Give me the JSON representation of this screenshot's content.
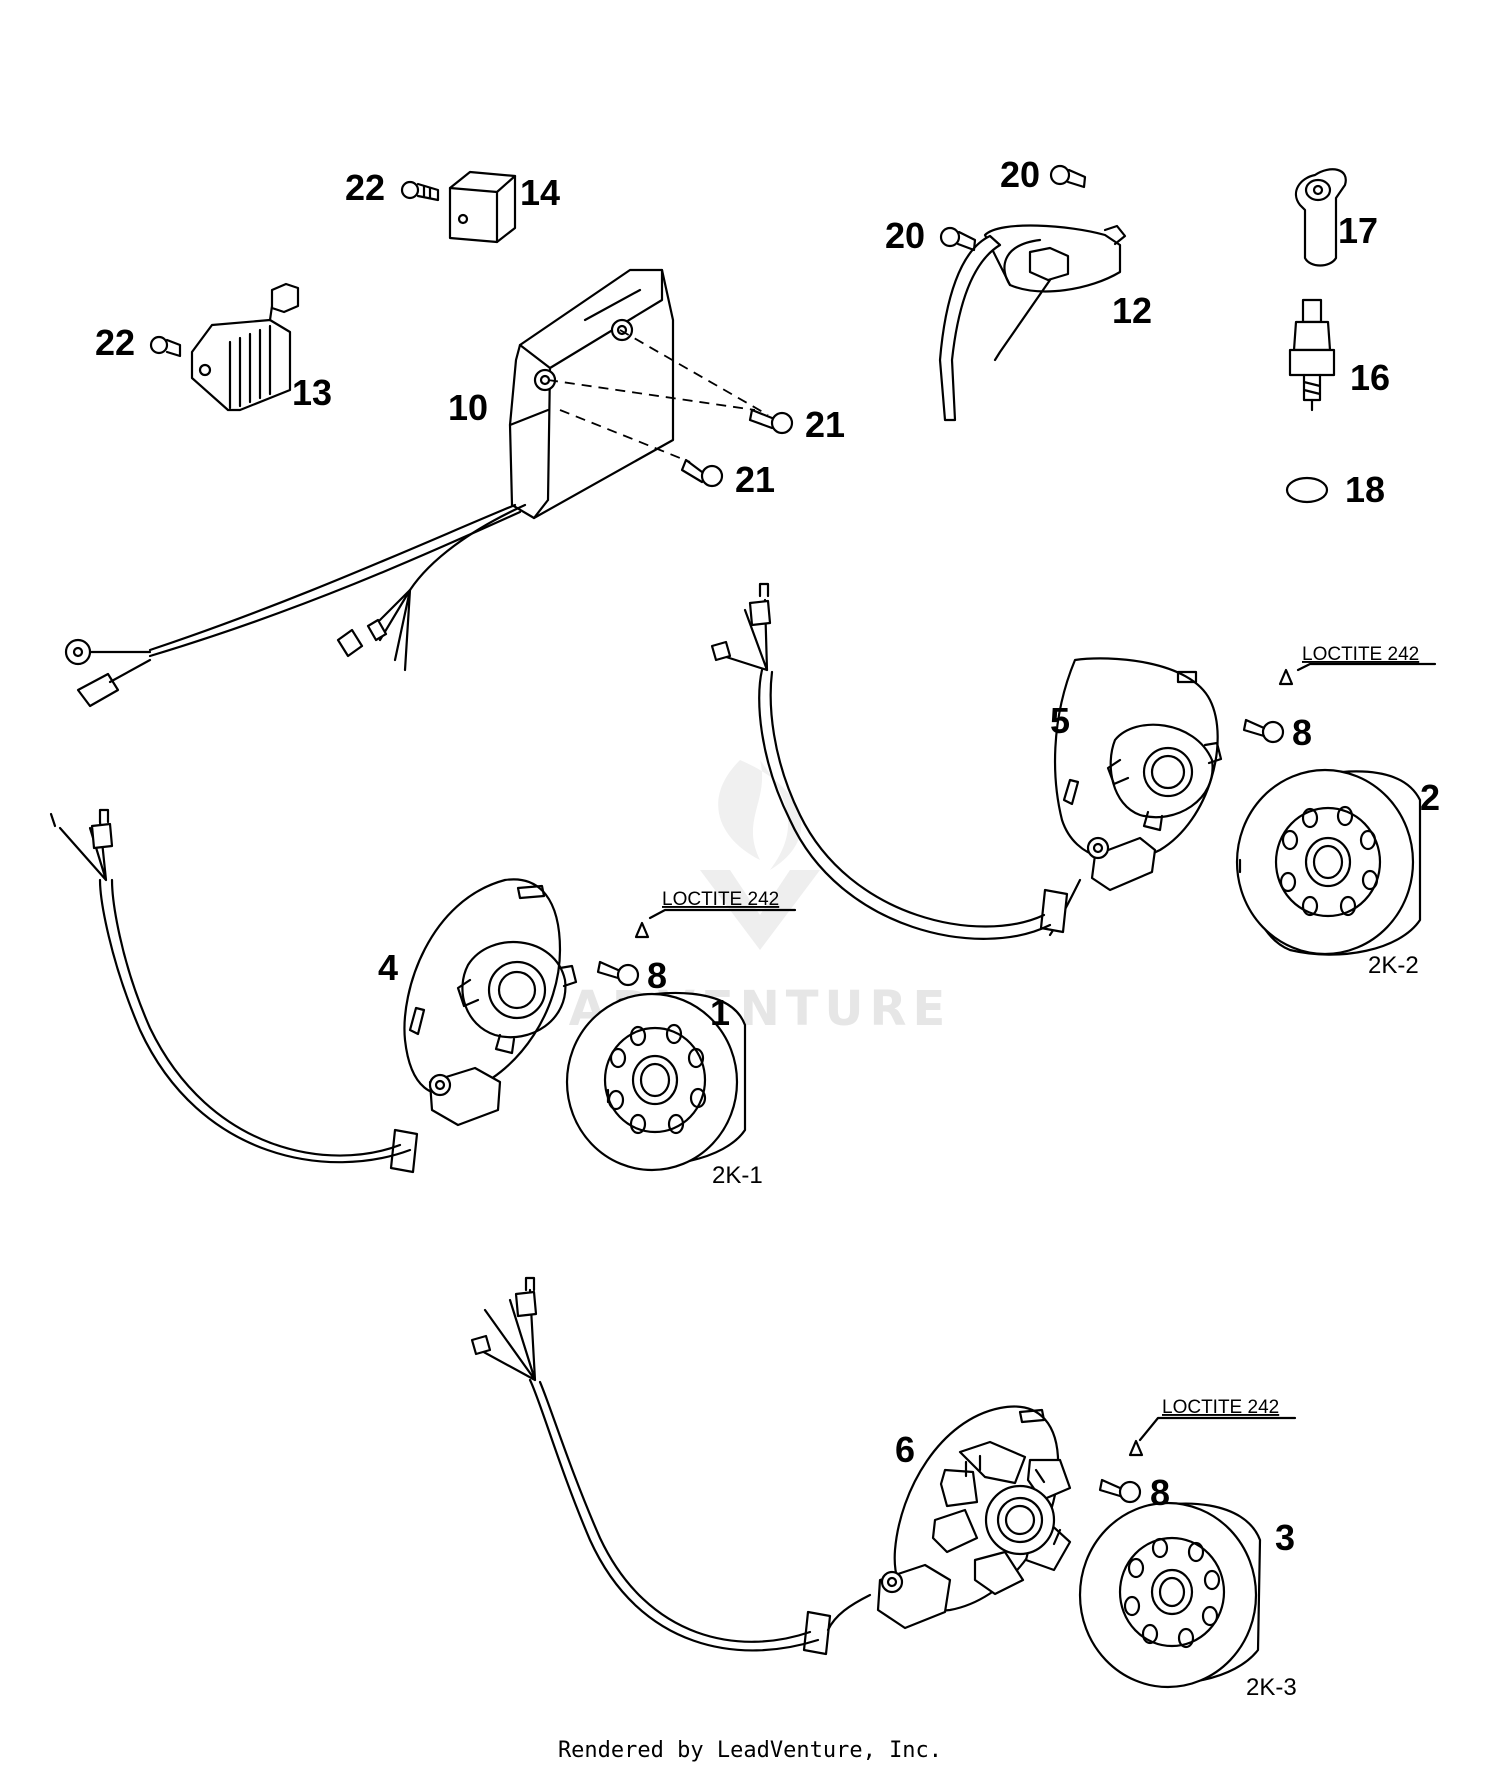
{
  "diagram": {
    "part_numbers": {
      "p1": "1",
      "p2": "2",
      "p3": "3",
      "p4": "4",
      "p5": "5",
      "p6": "6",
      "p8a": "8",
      "p8b": "8",
      "p8c": "8",
      "p10": "10",
      "p12": "12",
      "p13": "13",
      "p14": "14",
      "p16": "16",
      "p17": "17",
      "p18": "18",
      "p20a": "20",
      "p20b": "20",
      "p21a": "21",
      "p21b": "21",
      "p22a": "22",
      "p22b": "22"
    },
    "kit_labels": {
      "k1": "2K-1",
      "k2": "2K-2",
      "k3": "2K-3"
    },
    "loctite_labels": {
      "l1": "LOCTITE 242",
      "l2": "LOCTITE 242",
      "l3": "LOCTITE 242"
    },
    "watermark": "ADVENTURE"
  },
  "footer": {
    "text": "Rendered by LeadVenture, Inc."
  }
}
